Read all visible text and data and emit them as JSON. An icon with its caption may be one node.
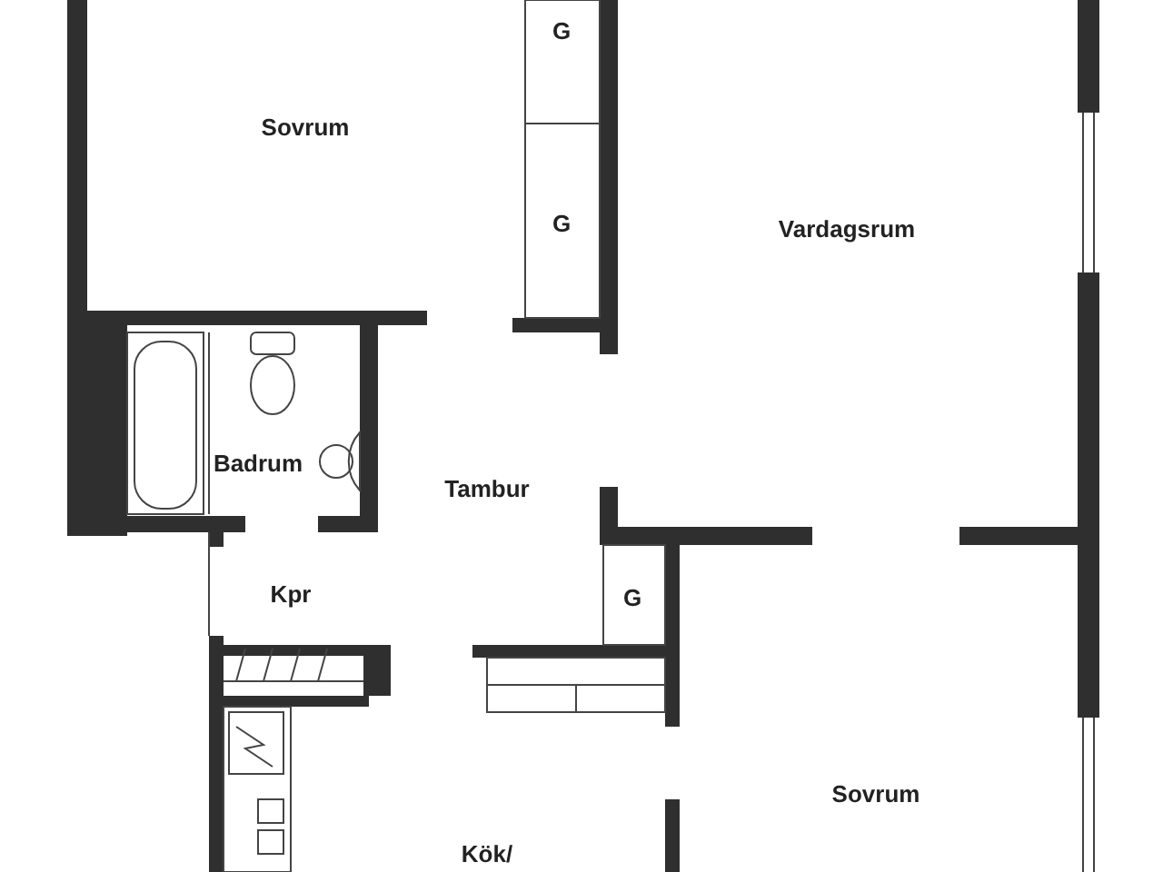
{
  "diagram": {
    "labels": [
      "Sovrum",
      "G",
      "G",
      "Vardagsrum",
      "Badrum",
      "Tambur",
      "Kpr",
      "G",
      "Sovrum",
      "Kök/"
    ]
  }
}
